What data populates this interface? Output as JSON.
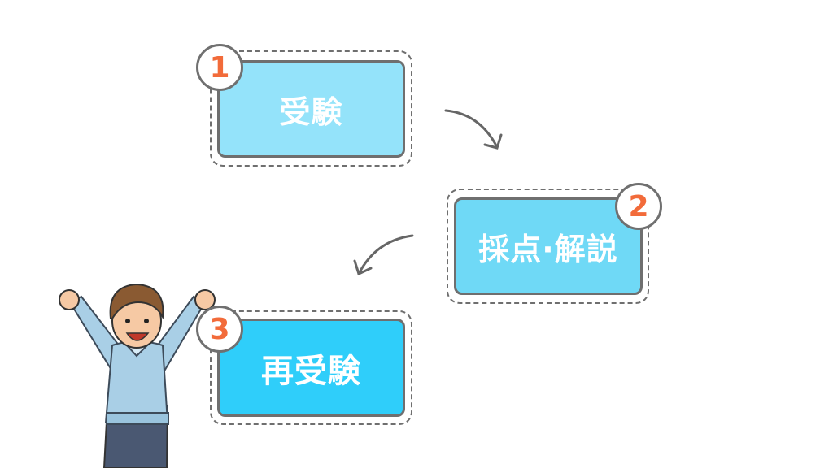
{
  "steps": [
    {
      "number": "1",
      "label": "受験",
      "color": "#94e3fa"
    },
    {
      "number": "2",
      "label": "採点·解説",
      "color": "#6fd9f6"
    },
    {
      "number": "3",
      "label": "再受験",
      "color": "#2fcefa"
    }
  ],
  "colors": {
    "border": "#6f6f6f",
    "number": "#f26b3a",
    "arrow": "#666666"
  }
}
